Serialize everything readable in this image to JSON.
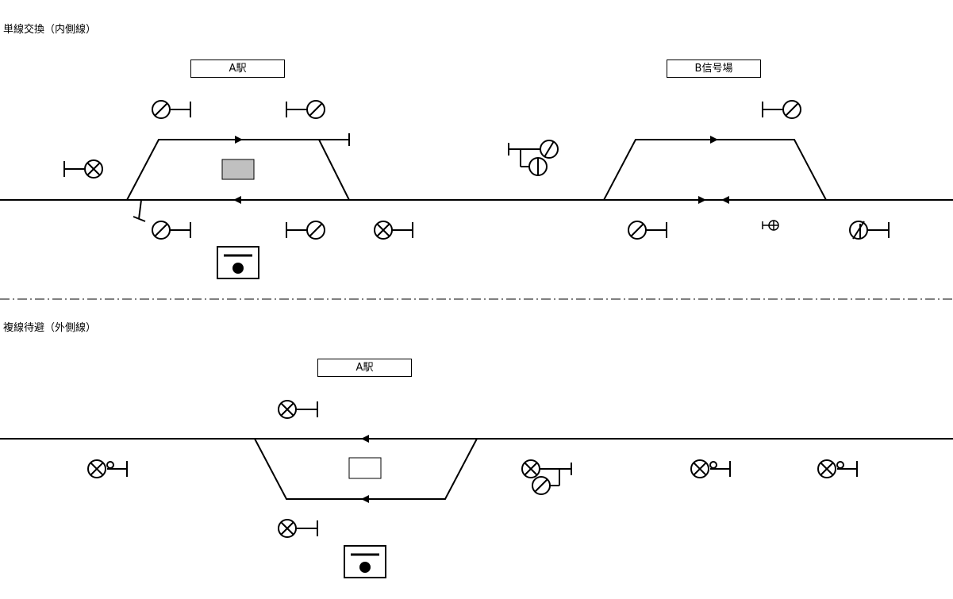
{
  "sections": [
    {
      "title": "単線交換（内側線）",
      "station_labels": [
        "A駅",
        "B信号場"
      ]
    },
    {
      "title": "複線待避（外側線）",
      "station_labels": [
        "A駅"
      ]
    }
  ],
  "icons": {
    "stop_signal": "circle-slash-signal-icon",
    "shunting_signal": "circle-x-signal-icon",
    "repeater_signal": "circle-x-dot-signal-icon",
    "departure_indicator": "departure-indicator-icon",
    "platform_marker": "platform-icon"
  },
  "colors": {
    "line": "#000000",
    "platform_shaded": "#c0c0c0",
    "platform_plain": "#ffffff",
    "background": "#ffffff"
  }
}
